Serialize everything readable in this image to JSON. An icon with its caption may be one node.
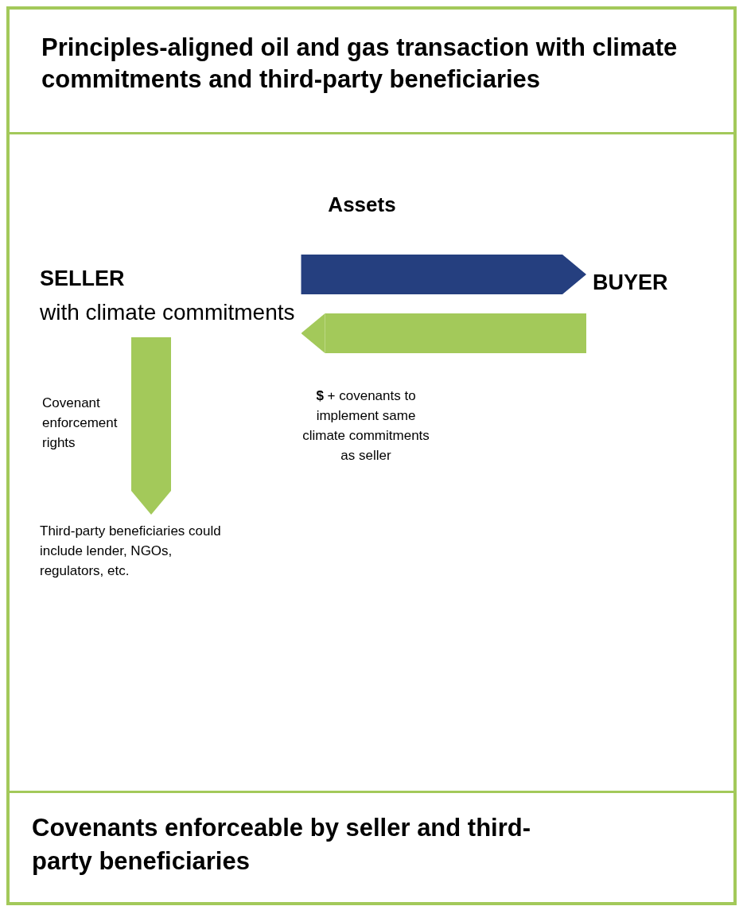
{
  "diagram": {
    "title": "Principles-aligned oil and gas transaction with climate commitments and third-party beneficiaries",
    "caption": "Covenants enforceable by seller and third-party beneficiaries",
    "nodes": [
      {
        "text": [
          "SELLER",
          "with climate commitments"
        ]
      },
      {
        "text": [
          "BUYER"
        ]
      },
      {
        "text": [
          "Third-party beneficiaries could include lender, NGOs, regulators, etc."
        ]
      }
    ],
    "edges": [
      {
        "from": 0,
        "to": 1,
        "arrow": "to",
        "label": "Assets",
        "color": "#253f7f"
      },
      {
        "from": 1,
        "to": 0,
        "arrow": "to",
        "label": "**$** + covenants to implement same climate commitments as seller"
      },
      {
        "from": 0,
        "to": 2,
        "arrow": "to",
        "label": "Covenant enforcement rights"
      }
    ]
  }
}
